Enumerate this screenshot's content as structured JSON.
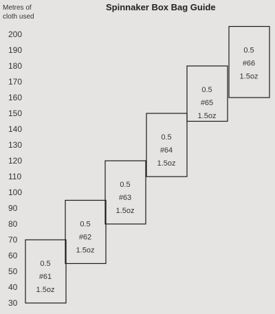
{
  "chart_data": {
    "type": "bar",
    "title": "Spinnaker Box Bag Guide",
    "ylabel": [
      "Metres of",
      "cloth used"
    ],
    "yticks": [
      200,
      190,
      180,
      170,
      160,
      150,
      140,
      130,
      120,
      110,
      100,
      90,
      80,
      70,
      60,
      50,
      40,
      30
    ],
    "ylim": [
      30,
      200
    ],
    "boxes": [
      {
        "size": "0.5",
        "code": "#61",
        "weight": "1.5oz",
        "y_min": 30,
        "y_max": 70
      },
      {
        "size": "0.5",
        "code": "#62",
        "weight": "1.5oz",
        "y_min": 55,
        "y_max": 95
      },
      {
        "size": "0.5",
        "code": "#63",
        "weight": "1.5oz",
        "y_min": 80,
        "y_max": 120
      },
      {
        "size": "0.5",
        "code": "#64",
        "weight": "1.5oz",
        "y_min": 110,
        "y_max": 150
      },
      {
        "size": "0.5",
        "code": "#65",
        "weight": "1.5oz",
        "y_min": 145,
        "y_max": 180
      },
      {
        "size": "0.5",
        "code": "#66",
        "weight": "1.5oz",
        "y_min": 160,
        "y_max": 205
      }
    ]
  }
}
